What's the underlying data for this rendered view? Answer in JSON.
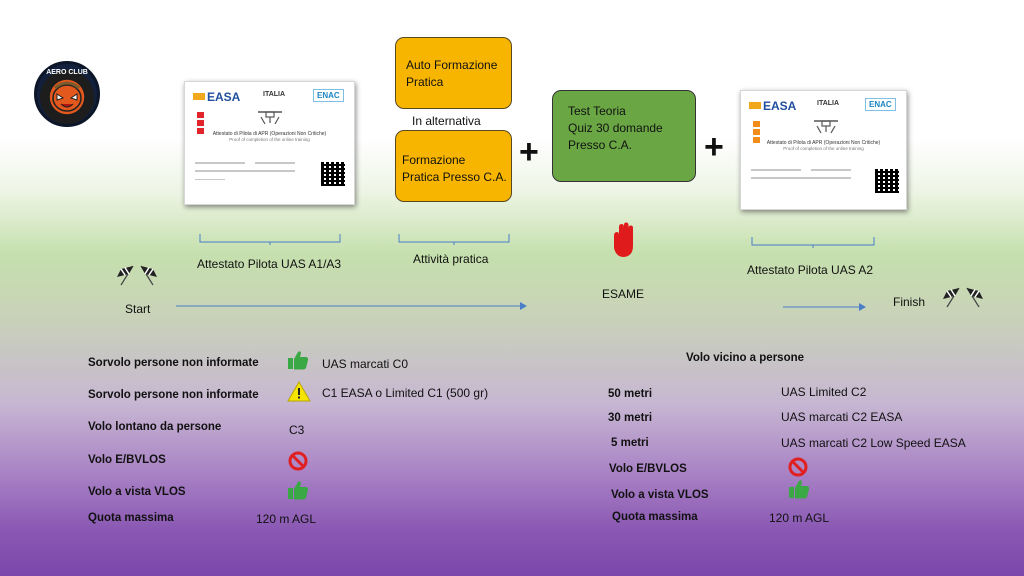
{
  "certificate_left": {
    "brand": "EASA",
    "country": "ITALIA",
    "authority": "ENAC",
    "title": "Attestato di Pilota di APR (Operazioni Non Critiche)",
    "subtitle": "Proof of completion of the online training"
  },
  "certificate_right": {
    "brand": "EASA",
    "country": "ITALIA",
    "authority": "ENAC",
    "title": "Attestato di Pilota di APR (Operazioni Non Critiche)",
    "subtitle": "Proof of completion of the online training"
  },
  "flow": {
    "auto_formazione": [
      "Auto Formazione",
      "Pratica"
    ],
    "in_alternativa": "In alternativa",
    "formazione_presso": [
      "Formazione",
      "Pratica Presso C.A."
    ],
    "test_teoria": [
      "Test Teoria",
      "Quiz 30 domande",
      "Presso C.A."
    ],
    "plus": "+",
    "label_a1a3": "Attestato Pilota UAS A1/A3",
    "label_pratica": "Attività pratica",
    "label_a2": "Attestato Pilota UAS A2",
    "start": "Start",
    "esame": "ESAME",
    "finish": "Finish"
  },
  "left_rules": [
    {
      "label": "Sorvolo persone non informate",
      "icon": "thumbs-up-icon",
      "value": "UAS marcati C0"
    },
    {
      "label": "Sorvolo persone non informate",
      "icon": "warning-icon",
      "value": "C1 EASA o Limited C1 (500 gr)"
    },
    {
      "label": "Volo lontano da persone",
      "icon": "",
      "value": "C3"
    },
    {
      "label": "Volo E/BVLOS",
      "icon": "prohibited-icon",
      "value": ""
    },
    {
      "label": "Volo a vista  VLOS",
      "icon": "thumbs-up-icon",
      "value": ""
    },
    {
      "label": "Quota massima",
      "icon": "",
      "value": "120 m AGL"
    }
  ],
  "right_rules": {
    "heading": "Volo vicino a persone",
    "rows": [
      {
        "label": "50 metri",
        "icon": "",
        "value": "UAS Limited C2"
      },
      {
        "label": "30 metri",
        "icon": "",
        "value": "UAS marcati C2 EASA"
      },
      {
        "label": "5 metri",
        "icon": "",
        "value": "UAS marcati C2 Low Speed  EASA"
      },
      {
        "label": "Volo E/BVLOS",
        "icon": "prohibited-icon",
        "value": ""
      },
      {
        "label": "Volo a vista  VLOS",
        "icon": "thumbs-up-icon",
        "value": ""
      },
      {
        "label": "Quota massima",
        "icon": "",
        "value": "120 m AGL"
      }
    ]
  },
  "colors": {
    "orange_box": "#f8b500",
    "green_box": "#6aa744",
    "arrow": "#4a7ec9",
    "stop_hand": "#e01b1b",
    "thumb": "#3aa845",
    "warning": "#f5e400",
    "prohibited": "#e02020"
  }
}
